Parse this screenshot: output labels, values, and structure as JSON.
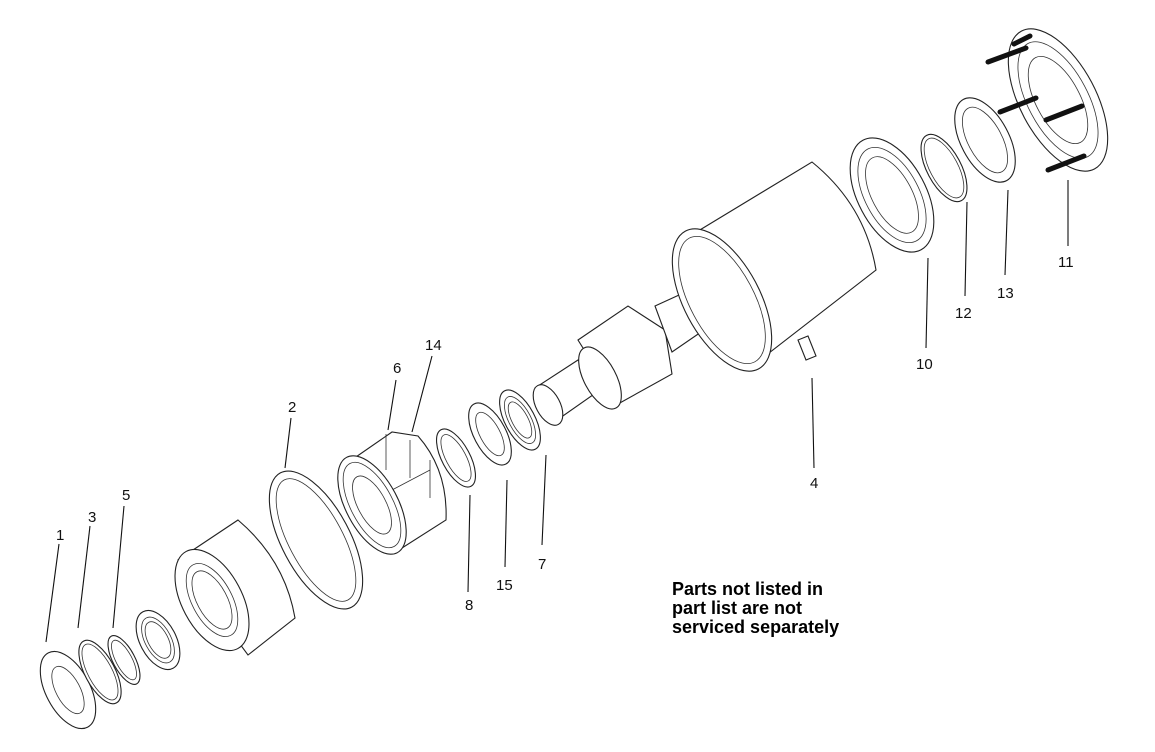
{
  "callouts": {
    "c1": "1",
    "c2": "2",
    "c3": "3",
    "c4": "4",
    "c5": "5",
    "c6": "6",
    "c7": "7",
    "c8": "8",
    "c10": "10",
    "c11": "11",
    "c12": "12",
    "c13": "13",
    "c14": "14",
    "c15": "15"
  },
  "note": {
    "line1": "Parts not listed in",
    "line2": "part list are not",
    "line3": "serviced separately"
  }
}
